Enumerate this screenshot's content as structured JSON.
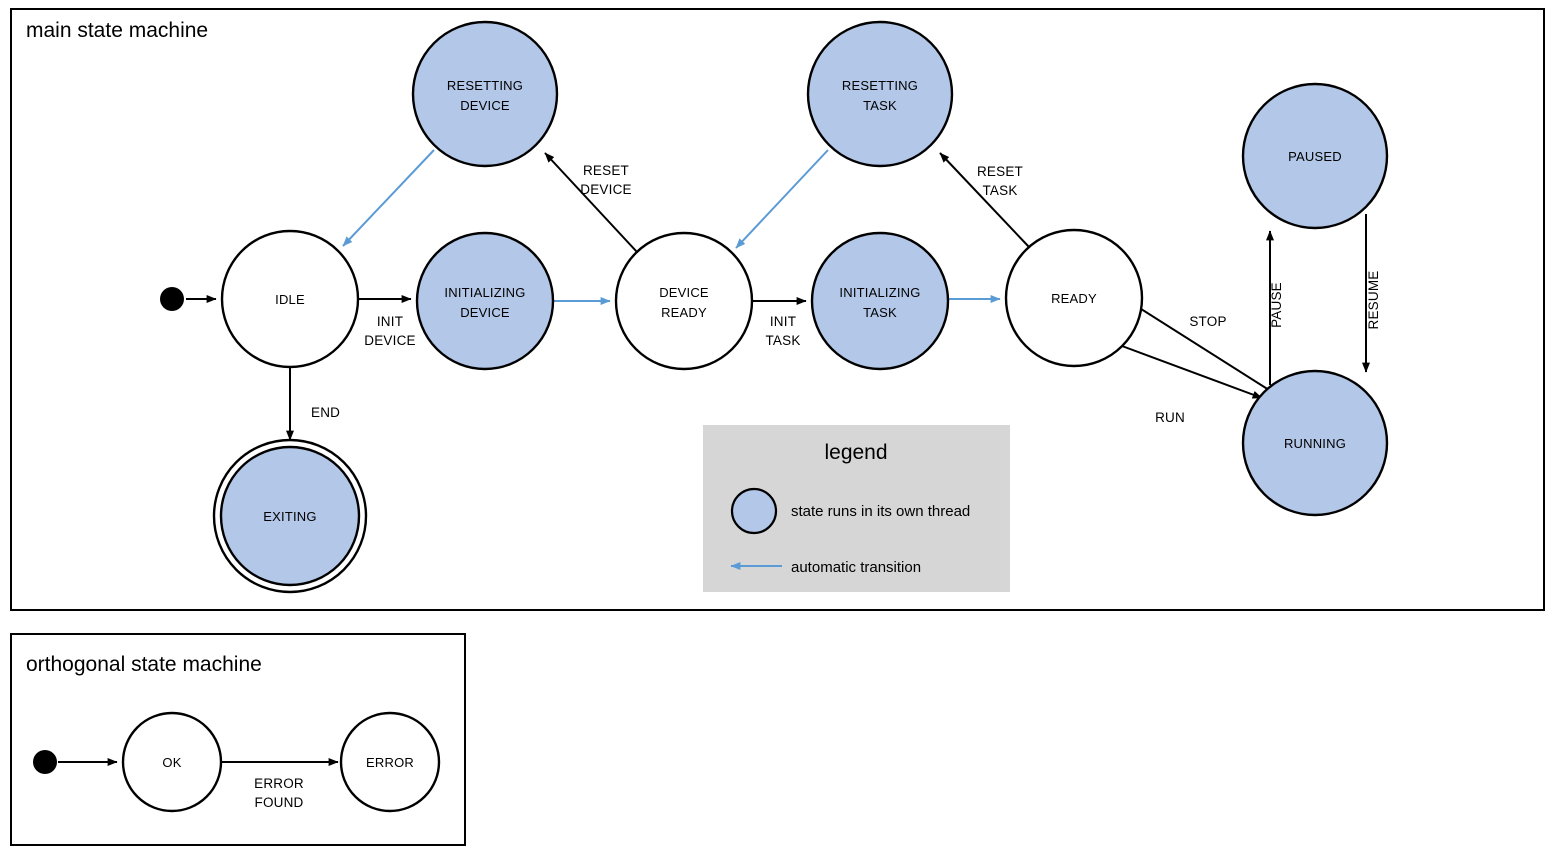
{
  "diagram": {
    "type": "state-machine",
    "colors": {
      "thread_state_fill": "#b3c7e8",
      "auto_transition": "#5b9bd5",
      "legend_background": "#d6d6d6",
      "stroke": "#000000",
      "plain_state_fill": "#ffffff"
    }
  },
  "main": {
    "title": "main state machine",
    "states": [
      {
        "id": "start",
        "label": "",
        "kind": "initial",
        "threaded": false
      },
      {
        "id": "idle",
        "label": "IDLE",
        "kind": "simple",
        "threaded": false
      },
      {
        "id": "resetdev",
        "label_1": "RESETTING",
        "label_2": "DEVICE",
        "kind": "simple",
        "threaded": true
      },
      {
        "id": "initdev",
        "label_1": "INITIALIZING",
        "label_2": "DEVICE",
        "kind": "simple",
        "threaded": true
      },
      {
        "id": "devready",
        "label_1": "DEVICE",
        "label_2": "READY",
        "kind": "simple",
        "threaded": false
      },
      {
        "id": "resettask",
        "label_1": "RESETTING",
        "label_2": "TASK",
        "kind": "simple",
        "threaded": true
      },
      {
        "id": "inittask",
        "label_1": "INITIALIZING",
        "label_2": "TASK",
        "kind": "simple",
        "threaded": true
      },
      {
        "id": "ready",
        "label": "READY",
        "kind": "simple",
        "threaded": false
      },
      {
        "id": "paused",
        "label": "PAUSED",
        "kind": "simple",
        "threaded": true
      },
      {
        "id": "running",
        "label": "RUNNING",
        "kind": "simple",
        "threaded": true
      },
      {
        "id": "exiting",
        "label": "EXITING",
        "kind": "final",
        "threaded": true
      }
    ],
    "transitions": [
      {
        "from": "start",
        "to": "idle",
        "label": "",
        "auto": false
      },
      {
        "from": "idle",
        "to": "initdev",
        "label_1": "INIT",
        "label_2": "DEVICE",
        "auto": false
      },
      {
        "from": "initdev",
        "to": "devready",
        "label": "",
        "auto": true
      },
      {
        "from": "devready",
        "to": "resetdev",
        "label_1": "RESET",
        "label_2": "DEVICE",
        "auto": false
      },
      {
        "from": "resetdev",
        "to": "idle",
        "label": "",
        "auto": true
      },
      {
        "from": "devready",
        "to": "inittask",
        "label_1": "INIT",
        "label_2": "TASK",
        "auto": false
      },
      {
        "from": "inittask",
        "to": "ready",
        "label": "",
        "auto": true
      },
      {
        "from": "ready",
        "to": "resettask",
        "label_1": "RESET",
        "label_2": "TASK",
        "auto": false
      },
      {
        "from": "resettask",
        "to": "devready",
        "label": "",
        "auto": true
      },
      {
        "from": "ready",
        "to": "running",
        "label": "RUN",
        "auto": false
      },
      {
        "from": "running",
        "to": "ready",
        "label": "STOP",
        "auto": false
      },
      {
        "from": "running",
        "to": "paused",
        "label": "PAUSE",
        "auto": false
      },
      {
        "from": "paused",
        "to": "running",
        "label": "RESUME",
        "auto": false
      },
      {
        "from": "idle",
        "to": "exiting",
        "label": "END",
        "auto": false
      }
    ]
  },
  "legend": {
    "title": "legend",
    "items": [
      {
        "symbol": "blue-circle",
        "text": "state runs in its own thread"
      },
      {
        "symbol": "blue-arrow",
        "text": "automatic transition"
      }
    ]
  },
  "orthogonal": {
    "title": "orthogonal state machine",
    "states": [
      {
        "id": "ostart",
        "label": "",
        "kind": "initial"
      },
      {
        "id": "ok",
        "label": "OK",
        "kind": "simple"
      },
      {
        "id": "error",
        "label": "ERROR",
        "kind": "simple"
      }
    ],
    "transitions": [
      {
        "from": "ostart",
        "to": "ok",
        "label": ""
      },
      {
        "from": "ok",
        "to": "error",
        "label_1": "ERROR",
        "label_2": "FOUND"
      }
    ]
  }
}
